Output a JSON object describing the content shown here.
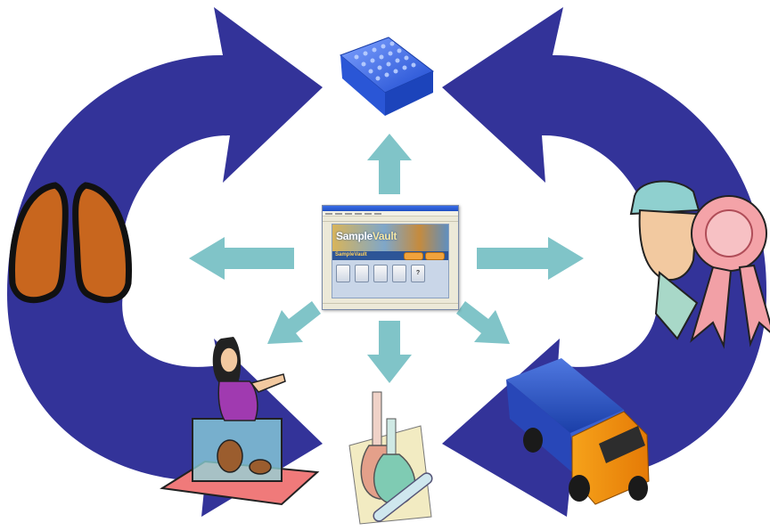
{
  "diagram": {
    "colors": {
      "cycle_arrow": "#333399",
      "spoke_arrow": "#80c4c8",
      "background": "#ffffff"
    },
    "nodes": [
      {
        "name": "sample-tube-rack-icon",
        "label": ""
      },
      {
        "name": "award-ribbon-person-icon",
        "label": ""
      },
      {
        "name": "delivery-truck-icon",
        "label": ""
      },
      {
        "name": "lab-flasks-icon",
        "label": ""
      },
      {
        "name": "animal-lab-icon",
        "label": ""
      },
      {
        "name": "lungs-icon",
        "label": ""
      }
    ]
  },
  "app_window": {
    "banner_text_main": "Sample",
    "banner_text_accent": "Vault",
    "strip_label": "SampleVault",
    "icon_buttons": [
      "",
      "",
      "",
      "",
      "?"
    ]
  }
}
